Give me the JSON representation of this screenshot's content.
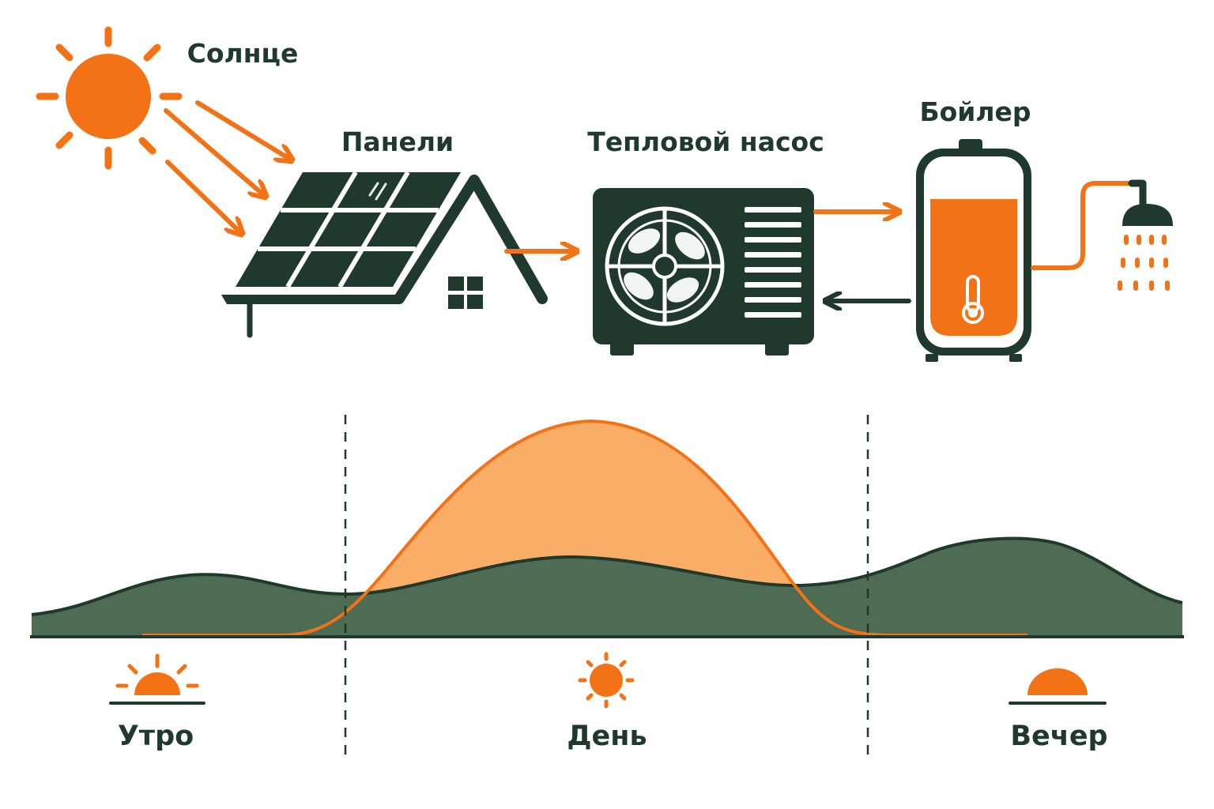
{
  "labels": {
    "sun": "Солнце",
    "panels": "Панели",
    "heat_pump": "Тепловой насос",
    "boiler": "Бойлер"
  },
  "periods": {
    "morning": "Утро",
    "day": "День",
    "evening": "Вечер"
  },
  "icons": {
    "sun": "sun-icon",
    "solar_panels": "solar-panel-icon",
    "house": "house-icon",
    "heat_pump": "heat-pump-icon",
    "boiler": "boiler-icon",
    "thermometer": "thermometer-icon",
    "shower": "shower-icon",
    "sunrise": "sunrise-icon",
    "midday_sun": "midday-sun-icon",
    "sunset": "sunset-icon"
  },
  "colors": {
    "accent_orange": "#f47216",
    "light_orange": "#f9ad67",
    "dark_green": "#1f3a2c",
    "mid_green": "#4e6b53"
  }
}
